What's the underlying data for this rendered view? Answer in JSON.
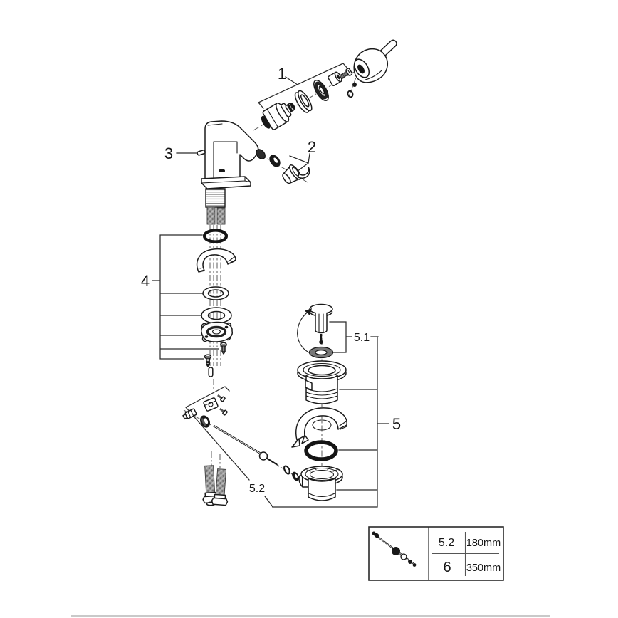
{
  "figure": {
    "type": "exploded-parts-diagram",
    "callouts": {
      "c1": "1",
      "c2": "2",
      "c3": "3",
      "c4": "4",
      "c5": "5",
      "c5_1": "5.1",
      "c5_2": "5.2"
    },
    "size_table": {
      "rows": [
        {
          "ref": "5.2",
          "length": "180mm"
        },
        {
          "ref": "6",
          "length": "350mm"
        }
      ]
    },
    "colors": {
      "line": "#1a1a1a",
      "background": "#ffffff",
      "footer_rule": "#c9c9c9"
    }
  }
}
